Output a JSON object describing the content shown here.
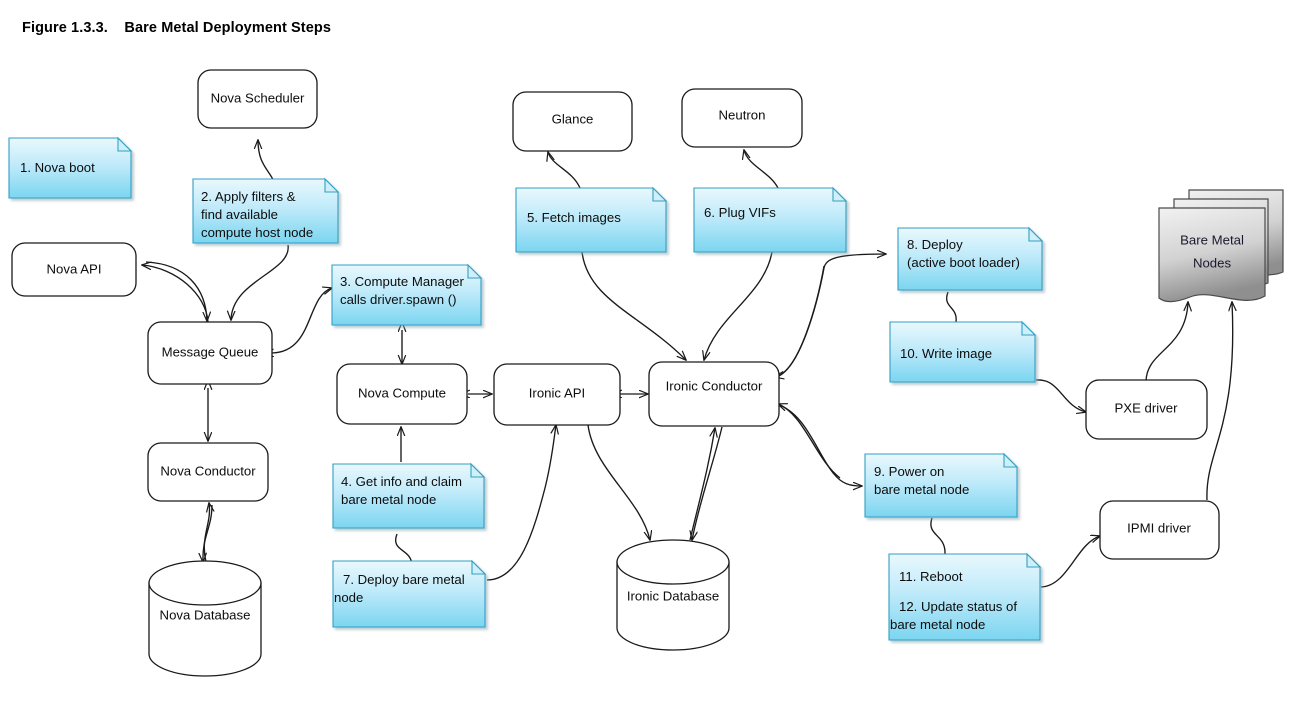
{
  "figure": {
    "number": "Figure 1.3.3.",
    "title": "Bare Metal Deployment Steps",
    "caption": "Figure 1.3.3.    Bare Metal Deployment Steps"
  },
  "colors": {
    "note_fill_top": "#dff4fc",
    "note_fill_bottom": "#7fd8f2",
    "note_border": "#31a0c4",
    "box_fill": "#ffffff",
    "box_border": "#1a1a1a",
    "doc_fill_top": "#efefef",
    "doc_fill_bottom": "#9a9a9a",
    "doc_border": "#4a4a4a",
    "connector": "#1a1a1a",
    "text": "#0d0d0d",
    "background": "#ffffff"
  },
  "nodes": [
    {
      "id": "nova-scheduler",
      "label": "Nova Scheduler",
      "shape": "rounded-box"
    },
    {
      "id": "nova-api",
      "label": "Nova API",
      "shape": "rounded-box"
    },
    {
      "id": "message-queue",
      "label": "Message Queue",
      "shape": "rounded-box"
    },
    {
      "id": "nova-conductor",
      "label": "Nova Conductor",
      "shape": "rounded-box"
    },
    {
      "id": "nova-compute",
      "label": "Nova Compute",
      "shape": "rounded-box"
    },
    {
      "id": "ironic-api",
      "label": "Ironic API",
      "shape": "rounded-box"
    },
    {
      "id": "ironic-conductor",
      "label": "Ironic Conductor",
      "shape": "rounded-box"
    },
    {
      "id": "glance",
      "label": "Glance",
      "shape": "rounded-box"
    },
    {
      "id": "neutron",
      "label": "Neutron",
      "shape": "rounded-box"
    },
    {
      "id": "pxe-driver",
      "label": "PXE driver",
      "shape": "rounded-box"
    },
    {
      "id": "ipmi-driver",
      "label": "IPMI driver",
      "shape": "rounded-box"
    },
    {
      "id": "nova-database",
      "label": "Nova Database",
      "shape": "cylinder"
    },
    {
      "id": "ironic-database",
      "label": "Ironic Database",
      "shape": "cylinder"
    },
    {
      "id": "bare-metal-nodes",
      "label_line1": "Bare Metal",
      "label_line2": "Nodes",
      "shape": "multi-document"
    }
  ],
  "steps": [
    {
      "id": "step-1",
      "number": "1.",
      "lines": [
        "1.  Nova boot"
      ]
    },
    {
      "id": "step-2",
      "number": "2.",
      "lines": [
        "2.  Apply filters &",
        "find available",
        "compute host node"
      ]
    },
    {
      "id": "step-3",
      "number": "3.",
      "lines": [
        "3.  Compute Manager",
        "calls driver.spawn ()"
      ]
    },
    {
      "id": "step-4",
      "number": "4.",
      "lines": [
        "4.  Get info and claim",
        "bare metal node"
      ]
    },
    {
      "id": "step-5",
      "number": "5.",
      "lines": [
        "5.  Fetch images"
      ]
    },
    {
      "id": "step-6",
      "number": "6.",
      "lines": [
        "6.  Plug VIFs"
      ]
    },
    {
      "id": "step-7",
      "number": "7.",
      "lines": [
        "7.   Deploy bare metal",
        "node"
      ]
    },
    {
      "id": "step-8",
      "number": "8.",
      "lines": [
        "8.   Deploy",
        "(active boot loader)"
      ]
    },
    {
      "id": "step-9",
      "number": "9.",
      "lines": [
        "9.   Power on",
        "bare metal node"
      ]
    },
    {
      "id": "step-10",
      "number": "10.",
      "lines": [
        "10.   Write image"
      ]
    },
    {
      "id": "step-11-12",
      "number": "11.",
      "lines": [
        "11.   Reboot",
        "",
        "12.   Update status of",
        "bare metal node"
      ]
    }
  ],
  "labels": {
    "nova_scheduler": "Nova Scheduler",
    "nova_api": "Nova API",
    "message_queue": "Message Queue",
    "nova_conductor": "Nova Conductor",
    "nova_compute": "Nova Compute",
    "ironic_api": "Ironic API",
    "ironic_conductor": "Ironic Conductor",
    "glance": "Glance",
    "neutron": "Neutron",
    "pxe_driver": "PXE driver",
    "ipmi_driver": "IPMI driver",
    "nova_database": "Nova Database",
    "ironic_database": "Ironic Database",
    "bare_metal_nodes_l1": "Bare Metal",
    "bare_metal_nodes_l2": "Nodes",
    "step1_l1": "1.  Nova boot",
    "step2_l1": "2.  Apply filters &",
    "step2_l2": "find available",
    "step2_l3": "compute host node",
    "step3_l1": "3.  Compute Manager",
    "step3_l2": "calls driver.spawn ()",
    "step4_l1": "4.  Get info and claim",
    "step4_l2": "bare metal node",
    "step5_l1": "5.  Fetch images",
    "step6_l1": "6.  Plug VIFs",
    "step7_l1": "7.   Deploy bare metal",
    "step7_l2": "node",
    "step8_l1": "8.   Deploy",
    "step8_l2": "(active boot loader)",
    "step9_l1": "9.   Power on",
    "step9_l2": "bare metal node",
    "step10_l1": "10.   Write image",
    "step11_l1": "11.   Reboot",
    "step12_l1": "12.   Update status of",
    "step12_l2": "bare metal node"
  }
}
